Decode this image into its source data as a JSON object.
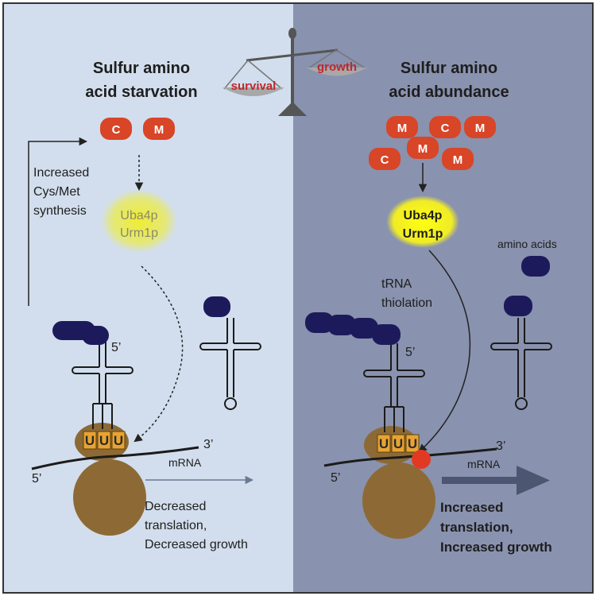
{
  "colors": {
    "left_bg": "#d2deed",
    "right_bg": "#8992ae",
    "frame": "#333333",
    "amino_acid": "#d84527",
    "trna_charge": "#1d1a5c",
    "ribosome": "#8d6a35",
    "codon_box": "#e8a332",
    "enzyme_glow": "#f3ef1c",
    "thiolation_dot": "#e23a22",
    "arrow_thin": "#6b7a94",
    "arrow_thick": "#4c5670"
  },
  "scale": {
    "left_label": "survival",
    "right_label": "growth",
    "state": "tipped toward survival (left pan lower)"
  },
  "left": {
    "title_line1": "Sulfur amino",
    "title_line2": "acid starvation",
    "amino_acids": [
      "C",
      "M"
    ],
    "feedback_line1": "Increased",
    "feedback_line2": "Cys/Met",
    "feedback_line3": "synthesis",
    "enzyme1": "Uba4p",
    "enzyme2": "Urm1p",
    "five_prime_trna": "5’",
    "codons": [
      "U",
      "U",
      "U"
    ],
    "three_prime": "3’",
    "five_prime_mrna": "5’",
    "mrna": "mRNA",
    "outcome_line1": "Decreased",
    "outcome_line2": "translation,",
    "outcome_line3": "Decreased growth"
  },
  "right": {
    "title_line1": "Sulfur amino",
    "title_line2": "acid abundance",
    "amino_acids": [
      "M",
      "C",
      "M",
      "M",
      "C",
      "M"
    ],
    "enzyme1": "Uba4p",
    "enzyme2": "Urm1p",
    "amino_acids_label": "amino acids",
    "thiolation_line1": "tRNA",
    "thiolation_line2": "thiolation",
    "five_prime_trna": "5’",
    "codons": [
      "U",
      "U",
      "U"
    ],
    "three_prime": "3’",
    "five_prime_mrna": "5’",
    "mrna": "mRNA",
    "outcome_line1": "Increased",
    "outcome_line2": "translation,",
    "outcome_line3": "Increased growth"
  }
}
